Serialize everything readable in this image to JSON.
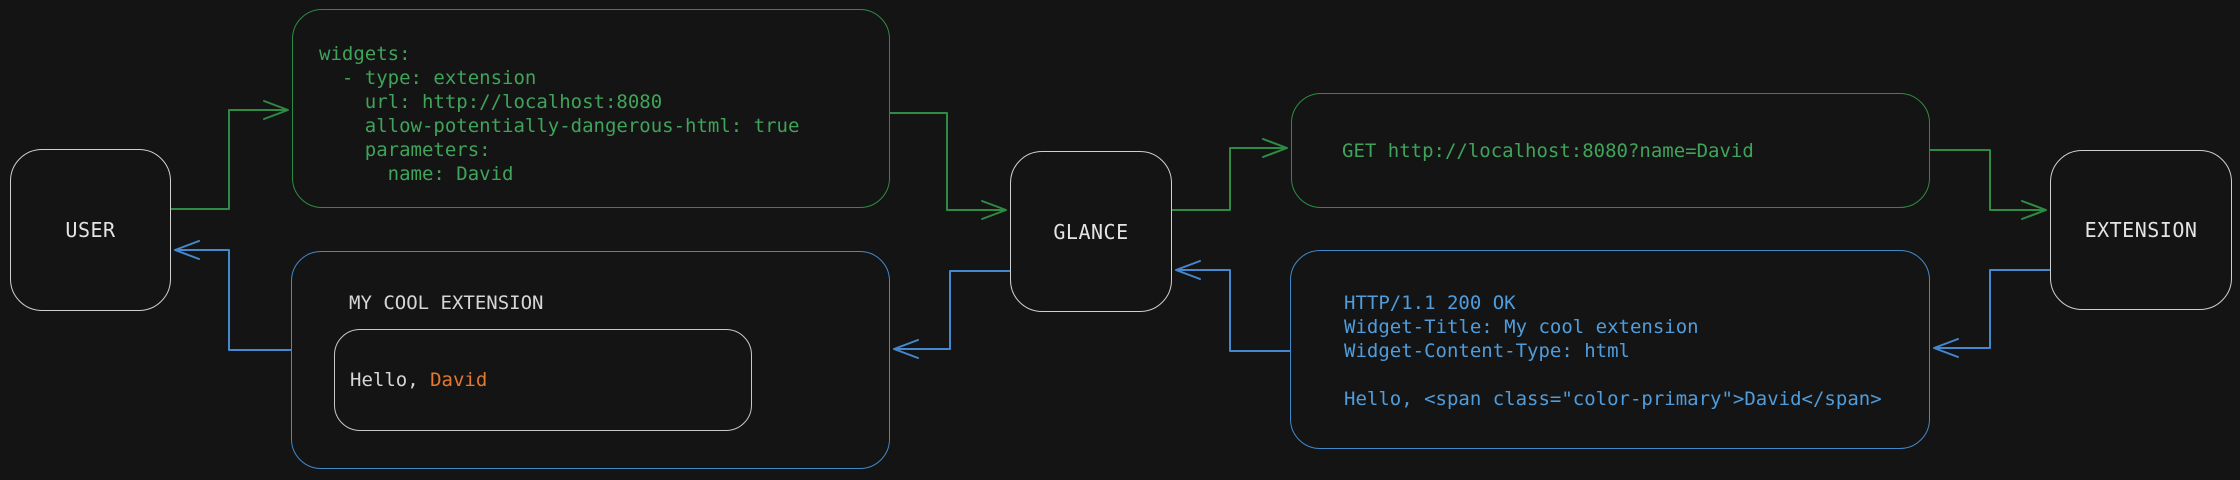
{
  "nodes": {
    "user": {
      "label": "USER"
    },
    "glance": {
      "label": "GLANCE"
    },
    "extension": {
      "label": "EXTENSION"
    }
  },
  "boxes": {
    "config": {
      "lines": [
        "widgets:",
        "  - type: extension",
        "    url: http://localhost:8080",
        "    allow-potentially-dangerous-html: true",
        "    parameters:",
        "      name: David"
      ]
    },
    "request": {
      "text": "GET http://localhost:8080?name=David"
    },
    "response": {
      "lines": [
        "HTTP/1.1 200 OK",
        "Widget-Title: My cool extension",
        "Widget-Content-Type: html",
        "",
        "Hello, <span class=\"color-primary\">David</span>"
      ]
    },
    "widget": {
      "title": "MY COOL EXTENSION",
      "hello_prefix": "Hello, ",
      "hello_name": "David"
    }
  },
  "colors": {
    "background": "#141414",
    "green_text": "#3fa45a",
    "green_border": "#2e8b44",
    "blue_text": "#4f9ddd",
    "blue_border": "#4189cb",
    "orange_accent": "#e2792e",
    "node_border": "#cfcfcf",
    "light_text": "#d6d6d6"
  }
}
